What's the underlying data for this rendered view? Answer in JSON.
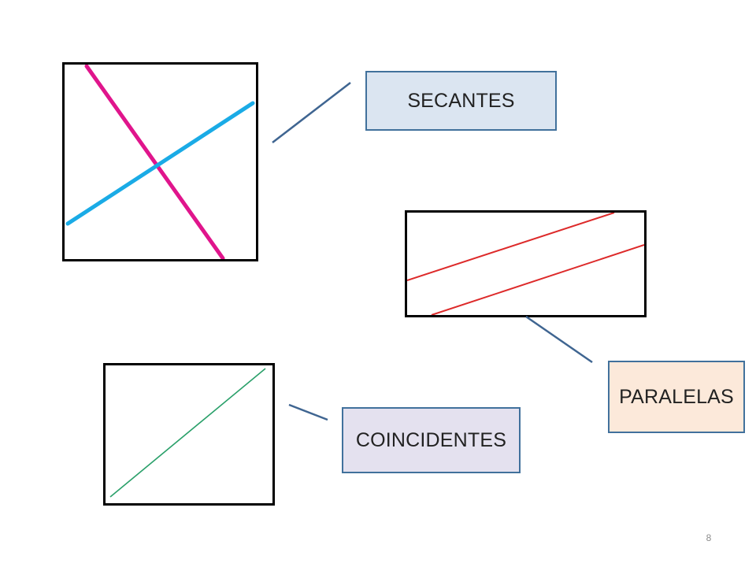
{
  "labels": {
    "secantes": "SECANTES",
    "paralelas": "PARALELAS",
    "coincidentes": "COINCIDENTES"
  },
  "page_number": "8",
  "colors": {
    "secant_line_a": "#e0158c",
    "secant_line_b": "#1aabe6",
    "parallel_lines": "#dd2a2a",
    "coincident_line": "#2aa06a",
    "connector": "#3f6591",
    "box_border": "#41719c",
    "box_secantes_fill": "#dbe5f1",
    "box_paralelas_fill": "#fce9da",
    "box_coincidentes_fill": "#e4e1ef",
    "frame_border": "#000000"
  }
}
